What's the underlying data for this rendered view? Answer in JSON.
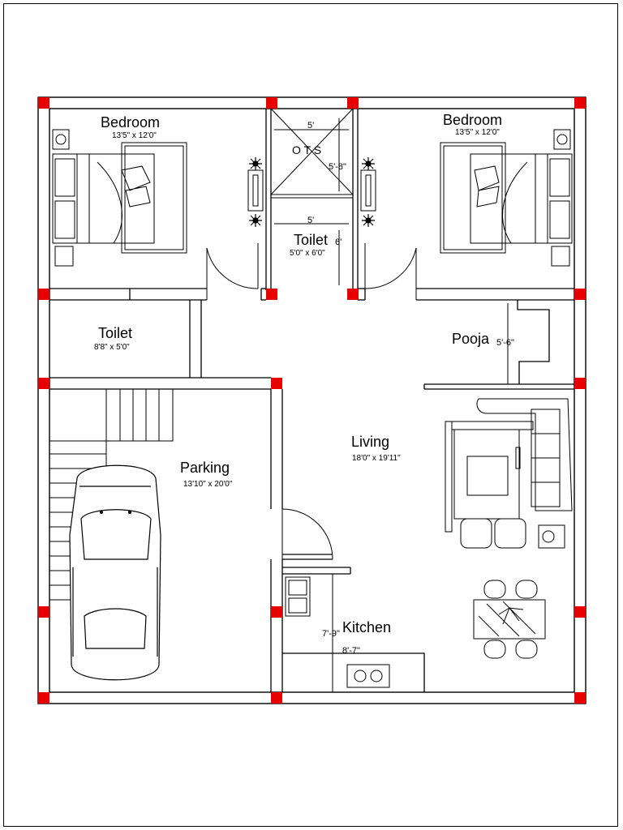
{
  "rooms": {
    "bedroom_left": {
      "name": "Bedroom",
      "size": "13'5\" x 12'0\""
    },
    "bedroom_right": {
      "name": "Bedroom",
      "size": "13'5\" x 12'0\""
    },
    "toilet_center": {
      "name": "Toilet",
      "size": "5'0\" x 6'0\""
    },
    "toilet_left": {
      "name": "Toilet",
      "size": "8'8\" x 5'0\""
    },
    "pooja": {
      "name": "Pooja"
    },
    "living": {
      "name": "Living",
      "size": "18'0\" x 19'11\""
    },
    "parking": {
      "name": "Parking",
      "size": "13'10\" x 20'0\""
    },
    "kitchen": {
      "name": "Kitchen"
    }
  },
  "ots": {
    "label": "O T S",
    "top_dim": "5'",
    "side_dim": "5'-8\""
  },
  "toilet_dims": {
    "top": "5'",
    "side": "6'"
  },
  "pooja_dim": "5'-6\"",
  "kitchen_dims": {
    "vertical": "7'-9\"",
    "horizontal": "8'-7\""
  },
  "colors": {
    "wall": "#000000",
    "column": "#e60000",
    "background": "#ffffff"
  }
}
